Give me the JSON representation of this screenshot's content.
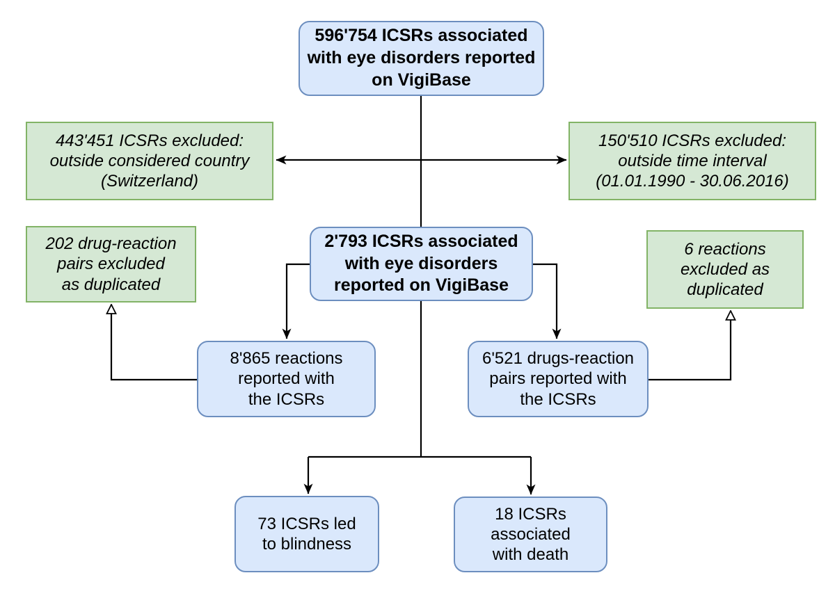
{
  "diagram": {
    "type": "flowchart",
    "subject": "ICSRs associated with eye disorders reported on VigiBase",
    "colors": {
      "process_fill": "#dae8fc",
      "process_border": "#6c8ebf",
      "exclusion_fill": "#d5e8d4",
      "exclusion_border": "#82b366",
      "connector": "#000000",
      "text": "#000000",
      "background": "#ffffff"
    },
    "nodes": {
      "total": {
        "text": "596'754 ICSRs associated\nwith eye disorders reported\non VigiBase"
      },
      "excluded_country": {
        "text": "443'451 ICSRs excluded:\noutside considered country\n(Switzerland)"
      },
      "excluded_time": {
        "text": "150'510 ICSRs excluded:\noutside time interval\n(01.01.1990 - 30.06.2016)"
      },
      "included": {
        "text": "2'793 ICSRs associated\nwith eye disorders\nreported on VigiBase"
      },
      "excluded_pairs": {
        "text": "202 drug-reaction\npairs excluded\nas duplicated"
      },
      "excluded_reactions": {
        "text": "6 reactions\nexcluded as\nduplicated"
      },
      "reactions": {
        "text": "8'865 reactions\nreported with\nthe ICSRs"
      },
      "drug_reaction_pairs": {
        "text": "6'521 drugs-reaction\npairs reported with\nthe ICSRs"
      },
      "blindness": {
        "text": "73 ICSRs led\nto blindness"
      },
      "death": {
        "text": "18 ICSRs\nassociated\nwith death"
      }
    }
  }
}
